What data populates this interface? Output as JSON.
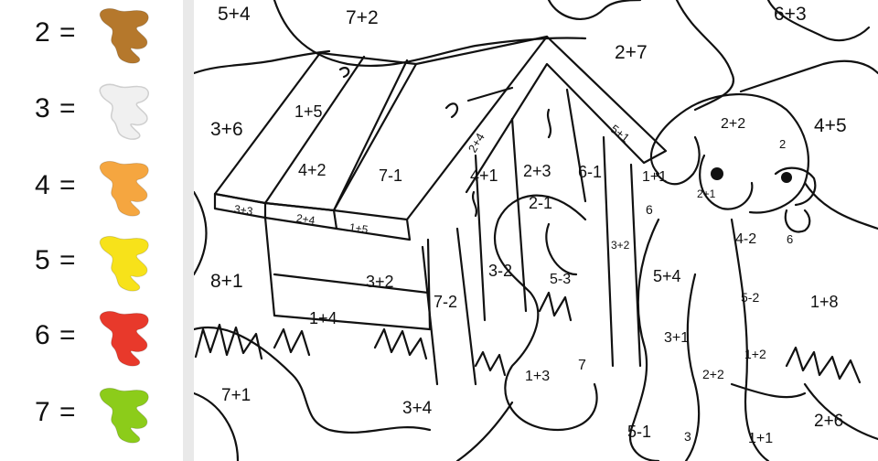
{
  "legend": [
    {
      "label": "2 =",
      "color": "#b5782c"
    },
    {
      "label": "3 =",
      "color": "#f0f0f0"
    },
    {
      "label": "4 =",
      "color": "#f5a640"
    },
    {
      "label": "5 =",
      "color": "#f7e21a"
    },
    {
      "label": "6 =",
      "color": "#e8392b"
    },
    {
      "label": "7 =",
      "color": "#8ccc1a"
    }
  ],
  "regions": [
    {
      "text": "5+4"
    },
    {
      "text": "7+2"
    },
    {
      "text": "6+3"
    },
    {
      "text": "2+7"
    },
    {
      "text": "3+6"
    },
    {
      "text": "1+5"
    },
    {
      "text": "4+2"
    },
    {
      "text": "7-1"
    },
    {
      "text": "2+4"
    },
    {
      "text": "4+1"
    },
    {
      "text": "2+3"
    },
    {
      "text": "6-1"
    },
    {
      "text": "5+1"
    },
    {
      "text": "1+1"
    },
    {
      "text": "2+2"
    },
    {
      "text": "4+5"
    },
    {
      "text": "2"
    },
    {
      "text": "2+1"
    },
    {
      "text": "3+3"
    },
    {
      "text": "2+4"
    },
    {
      "text": "1+5"
    },
    {
      "text": "2-1"
    },
    {
      "text": "6"
    },
    {
      "text": "4-2"
    },
    {
      "text": "6"
    },
    {
      "text": "3+2"
    },
    {
      "text": "8+1"
    },
    {
      "text": "3+2"
    },
    {
      "text": "3-2"
    },
    {
      "text": "5-3"
    },
    {
      "text": "5+4"
    },
    {
      "text": "7-2"
    },
    {
      "text": "5-2"
    },
    {
      "text": "1+8"
    },
    {
      "text": "1+4"
    },
    {
      "text": "3+1"
    },
    {
      "text": "1+2"
    },
    {
      "text": "1+3"
    },
    {
      "text": "7"
    },
    {
      "text": "2+2"
    },
    {
      "text": "7+1"
    },
    {
      "text": "3+4"
    },
    {
      "text": "2+6"
    },
    {
      "text": "5-1"
    },
    {
      "text": "3"
    },
    {
      "text": "1+1"
    }
  ]
}
